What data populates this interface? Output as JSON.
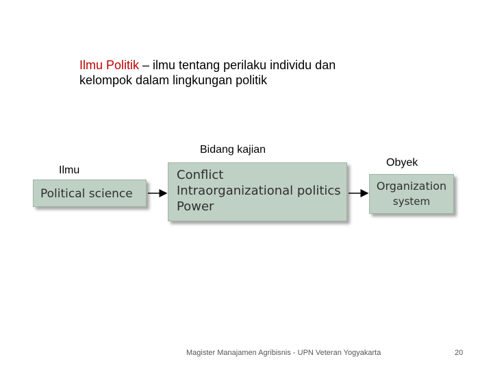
{
  "heading": {
    "term": "Ilmu Politik",
    "definition_line1": " – ilmu tentang perilaku individu dan",
    "definition_line2": "kelompok dalam lingkungan politik"
  },
  "labels": {
    "ilmu": "Ilmu",
    "bidang_kajian": "Bidang kajian",
    "obyek": "Obyek"
  },
  "boxes": {
    "political_science": "Political science",
    "fields": [
      "Conflict",
      "Intraorganizational politics",
      "Power"
    ],
    "object_line1": "Organization",
    "object_line2": "system"
  },
  "colors": {
    "term": "#c00000",
    "box_fill": "#bfd0c4"
  },
  "footer": {
    "text": "Magister Manajamen Agribisnis - UPN Veteran Yogyakarta",
    "page_number": "20"
  }
}
